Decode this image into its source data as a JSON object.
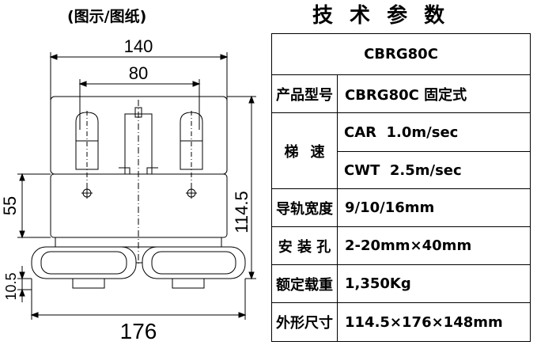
{
  "header": {
    "left_title": "(图示/图纸)",
    "right_title": "技 术 参 数"
  },
  "drawing": {
    "dim_width_top": "140",
    "dim_width_inner": "80",
    "dim_height_left": "55",
    "dim_height_right": "114.5",
    "dim_roller": "10.5",
    "dim_width_bottom": "176"
  },
  "specs": {
    "model_header": "CBRG80C",
    "rows": [
      {
        "label": "产品型号",
        "value": "CBRG80C 固定式"
      },
      {
        "label": "梯  速",
        "sub": [
          "CAR  1.0m/sec",
          "CWT  2.5m/sec"
        ]
      },
      {
        "label": "导轨宽度",
        "value": "9/10/16mm"
      },
      {
        "label": "安 装 孔",
        "value": "2-20mm×40mm"
      },
      {
        "label": "额定载重",
        "value": "1,350Kg"
      },
      {
        "label": "外形尺寸",
        "value": "114.5×176×148mm"
      }
    ],
    "speed_label_chars": [
      "梯",
      "速"
    ]
  }
}
